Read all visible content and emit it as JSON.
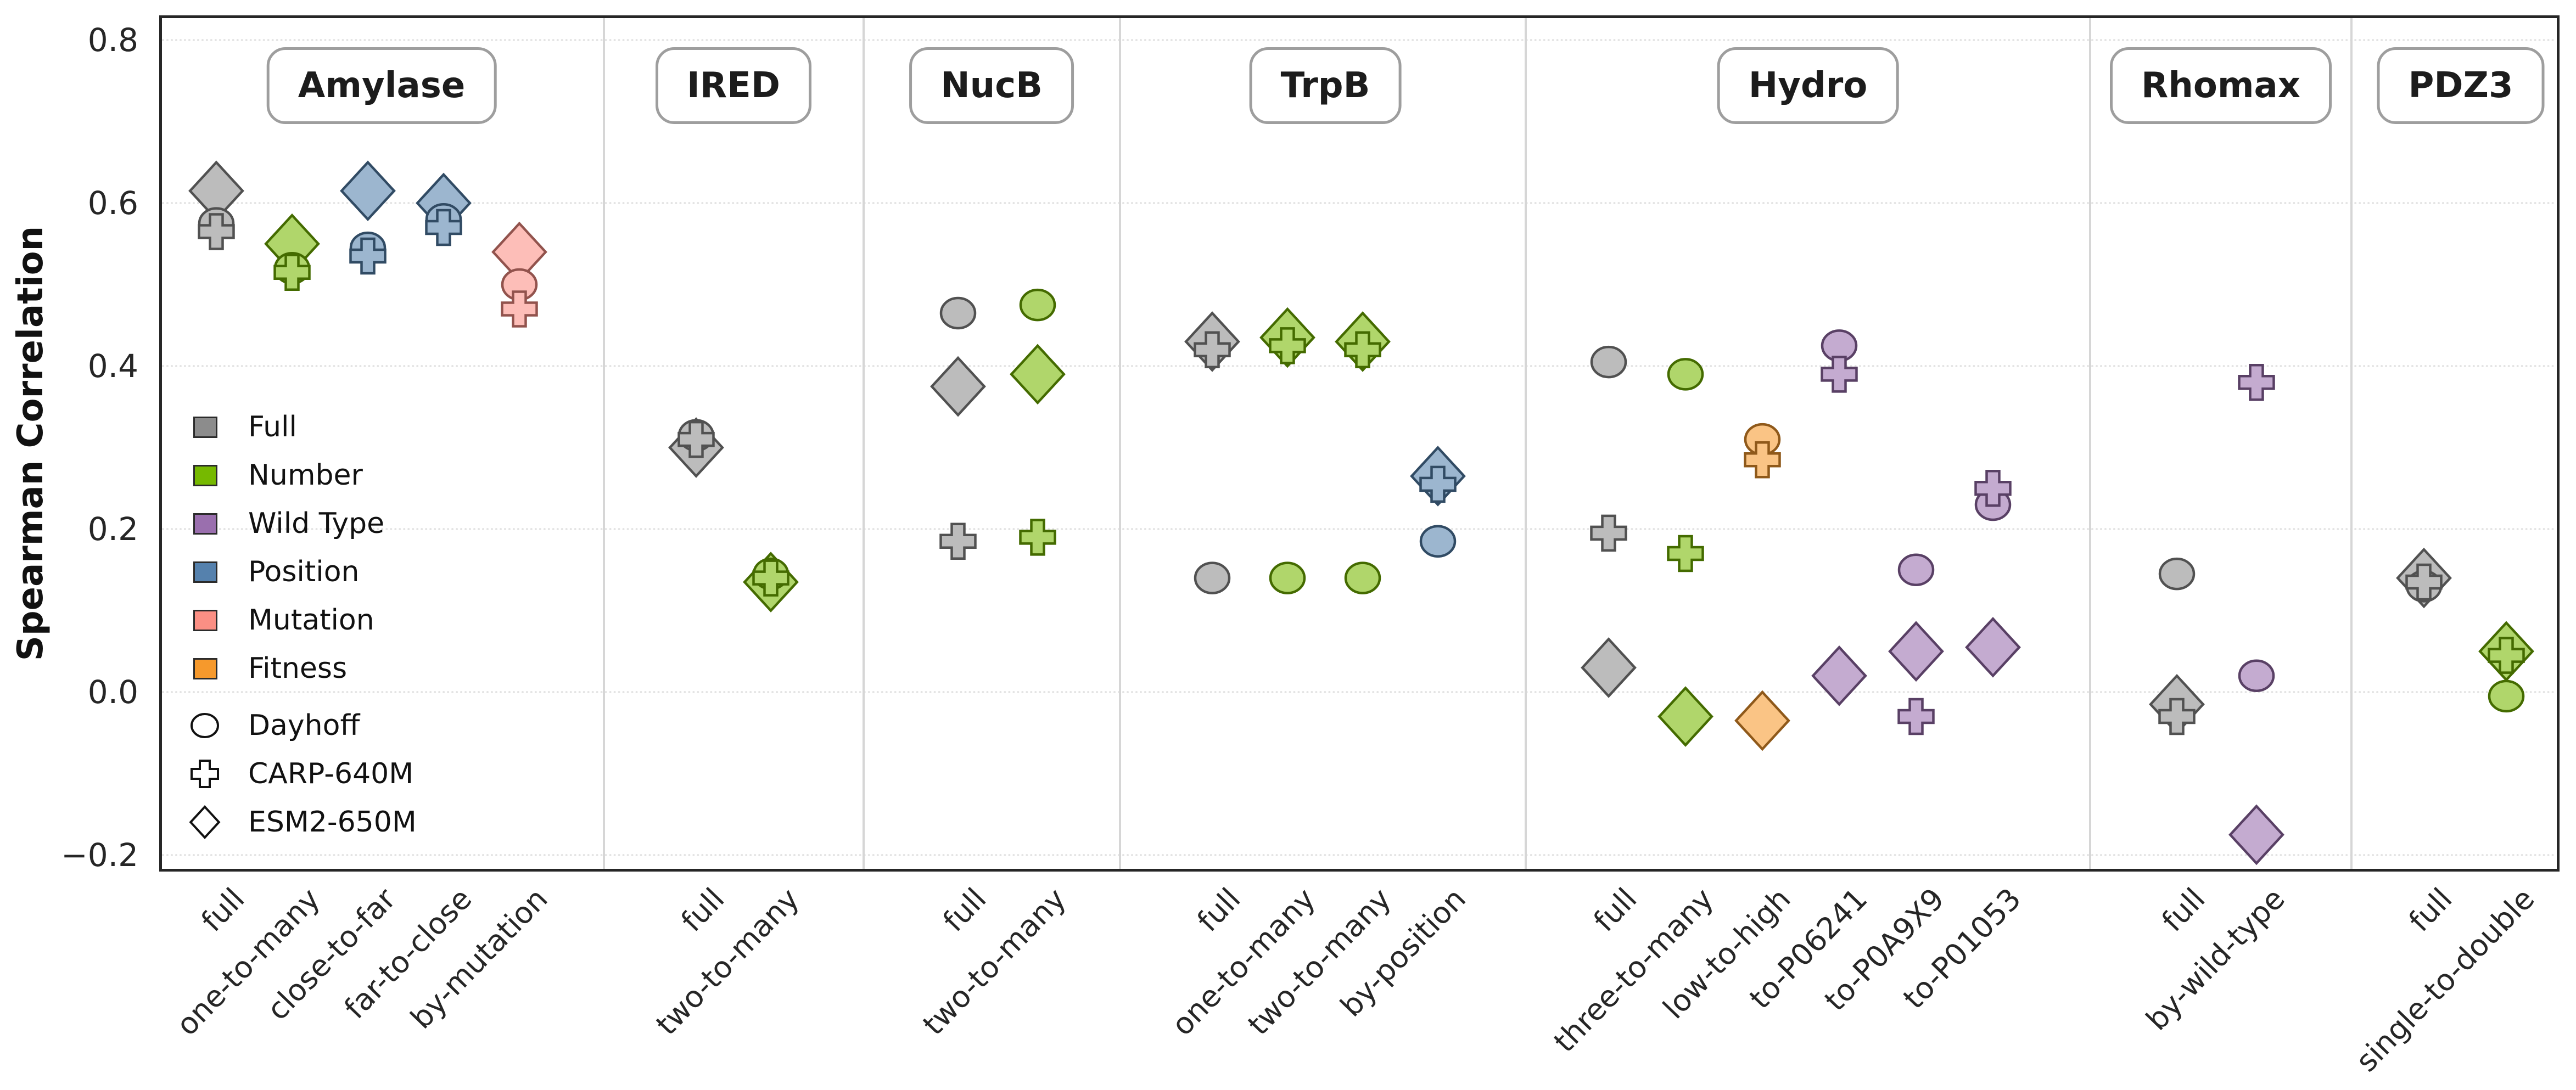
{
  "chart_data": {
    "type": "scatter",
    "title": "",
    "ylabel": "Spearman Correlation",
    "xlabel": "",
    "ylim": [
      -0.22,
      0.83
    ],
    "yticks": [
      {
        "value": 0.8,
        "label": "0.8"
      },
      {
        "value": 0.6,
        "label": "0.6"
      },
      {
        "value": 0.4,
        "label": "0.4"
      },
      {
        "value": 0.2,
        "label": "0.2"
      },
      {
        "value": 0.0,
        "label": "0.0"
      },
      {
        "value": -0.2,
        "label": "−0.2"
      }
    ],
    "grid": "horizontal dotted lines at every y tick",
    "legend_position": "upper-left panel, inside axes",
    "color_legend": [
      {
        "key": "full",
        "label": "Full",
        "color": "#8c8c8c"
      },
      {
        "key": "number",
        "label": "Number",
        "color": "#76b900"
      },
      {
        "key": "wild_type",
        "label": "Wild Type",
        "color": "#9a6fae"
      },
      {
        "key": "position",
        "label": "Position",
        "color": "#5581ad"
      },
      {
        "key": "mutation",
        "label": "Mutation",
        "color": "#fb8f84"
      },
      {
        "key": "fitness",
        "label": "Fitness",
        "color": "#f6992c"
      }
    ],
    "marker_legend": [
      {
        "key": "dayhoff",
        "label": "Dayhoff",
        "marker": "circle"
      },
      {
        "key": "carp",
        "label": "CARP-640M",
        "marker": "plus"
      },
      {
        "key": "esm2",
        "label": "ESM2-650M",
        "marker": "diamond"
      }
    ],
    "panels": [
      {
        "title": "Amylase",
        "categories": [
          {
            "label": "full",
            "color": "full",
            "dayhoff": 0.575,
            "carp": 0.565,
            "esm2": 0.615
          },
          {
            "label": "one-to-many",
            "color": "number",
            "dayhoff": 0.52,
            "carp": 0.515,
            "esm2": 0.55
          },
          {
            "label": "close-to-far",
            "color": "position",
            "dayhoff": 0.545,
            "carp": 0.535,
            "esm2": 0.615
          },
          {
            "label": "far-to-close",
            "color": "position",
            "dayhoff": 0.58,
            "carp": 0.57,
            "esm2": 0.6
          },
          {
            "label": "by-mutation",
            "color": "mutation",
            "dayhoff": 0.5,
            "carp": 0.47,
            "esm2": 0.54
          }
        ]
      },
      {
        "title": "IRED",
        "categories": [
          {
            "label": "full",
            "color": "full",
            "dayhoff": 0.315,
            "carp": 0.31,
            "esm2": 0.3
          },
          {
            "label": "two-to-many",
            "color": "number",
            "dayhoff": 0.145,
            "carp": 0.14,
            "esm2": 0.135
          }
        ]
      },
      {
        "title": "NucB",
        "categories": [
          {
            "label": "full",
            "color": "full",
            "dayhoff": 0.465,
            "carp": 0.185,
            "esm2": 0.375
          },
          {
            "label": "two-to-many",
            "color": "number",
            "dayhoff": 0.475,
            "carp": 0.19,
            "esm2": 0.39
          }
        ]
      },
      {
        "title": "TrpB",
        "categories": [
          {
            "label": "full",
            "color": "full",
            "dayhoff": 0.14,
            "carp": 0.42,
            "esm2": 0.43
          },
          {
            "label": "one-to-many",
            "color": "number",
            "dayhoff": 0.14,
            "carp": 0.425,
            "esm2": 0.435
          },
          {
            "label": "two-to-many",
            "color": "number",
            "dayhoff": 0.14,
            "carp": 0.42,
            "esm2": 0.43
          },
          {
            "label": "by-position",
            "color": "position",
            "dayhoff": 0.185,
            "carp": 0.255,
            "esm2": 0.265
          }
        ]
      },
      {
        "title": "Hydro",
        "categories": [
          {
            "label": "full",
            "color": "full",
            "dayhoff": 0.405,
            "carp": 0.195,
            "esm2": 0.03
          },
          {
            "label": "three-to-many",
            "color": "number",
            "dayhoff": 0.39,
            "carp": 0.17,
            "esm2": -0.03
          },
          {
            "label": "low-to-high",
            "color": "fitness",
            "dayhoff": 0.31,
            "carp": 0.285,
            "esm2": -0.035
          },
          {
            "label": "to-P06241",
            "color": "wild_type",
            "dayhoff": 0.425,
            "carp": 0.39,
            "esm2": 0.02
          },
          {
            "label": "to-P0A9X9",
            "color": "wild_type",
            "dayhoff": 0.15,
            "carp": -0.03,
            "esm2": 0.05
          },
          {
            "label": "to-P01053",
            "color": "wild_type",
            "dayhoff": 0.23,
            "carp": 0.25,
            "esm2": 0.055
          }
        ]
      },
      {
        "title": "Rhomax",
        "categories": [
          {
            "label": "full",
            "color": "full",
            "dayhoff": 0.145,
            "carp": -0.03,
            "esm2": -0.015
          },
          {
            "label": "by-wild-type",
            "color": "wild_type",
            "dayhoff": 0.02,
            "carp": 0.38,
            "esm2": -0.175
          }
        ]
      },
      {
        "title": "PDZ3",
        "categories": [
          {
            "label": "full",
            "color": "full",
            "dayhoff": 0.13,
            "carp": 0.135,
            "esm2": 0.14
          },
          {
            "label": "single-to-double",
            "color": "number",
            "dayhoff": -0.005,
            "carp": 0.045,
            "esm2": 0.05
          }
        ]
      }
    ]
  }
}
